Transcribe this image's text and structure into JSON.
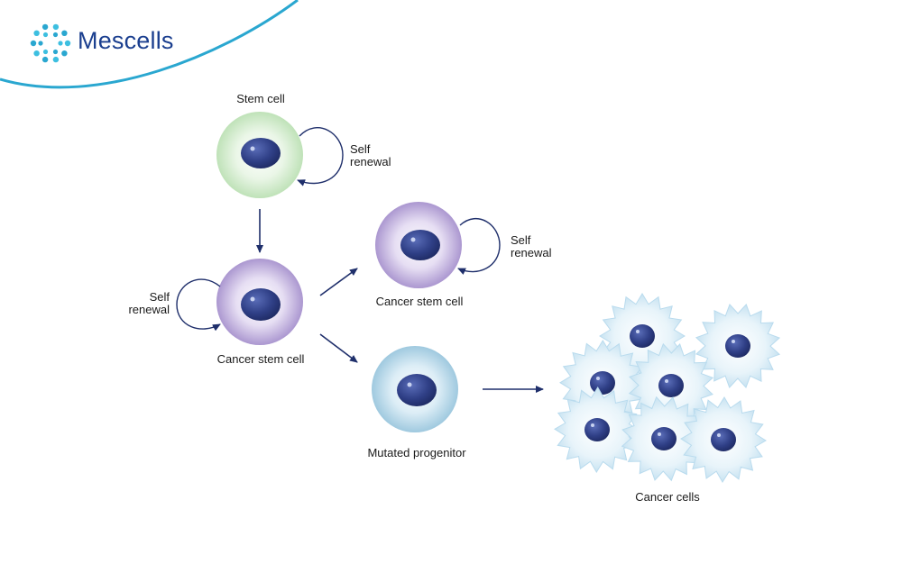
{
  "brand": {
    "name": "Mescells",
    "color": "#1b3f8f",
    "accent": "#2aa7d0"
  },
  "labels": {
    "stem_cell": "Stem cell",
    "self_renewal_1": [
      "Self",
      "renewal"
    ],
    "cancer_stem_cell_left": "Cancer stem cell",
    "self_renewal_2": [
      "Self",
      "renewal"
    ],
    "cancer_stem_cell_right": "Cancer stem cell",
    "self_renewal_3": [
      "Self",
      "renewal"
    ],
    "mutated_progenitor": "Mutated progenitor",
    "cancer_cells": "Cancer cells"
  },
  "colors": {
    "stem_cell": "#c9e6c4",
    "cancer_stem_cell": "#b7a6d6",
    "progenitor": "#a9cfe3",
    "cancer_cell": "#cbe6f3",
    "nucleus": "#2f3f86",
    "arrow": "#1f2f6b"
  }
}
